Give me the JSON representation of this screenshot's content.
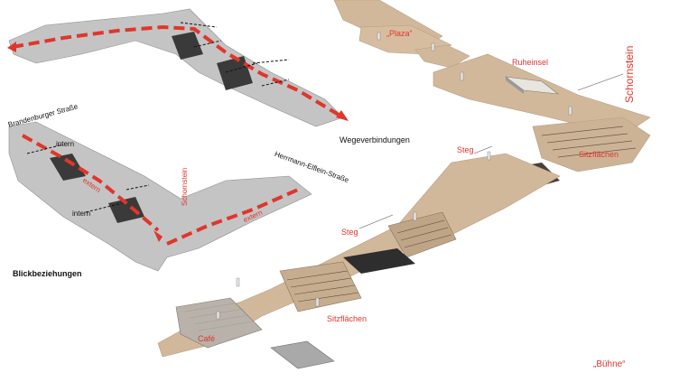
{
  "labels": {
    "plaza": "„Plaza“",
    "ruheinsel": "Ruheinsel",
    "schornstein_main": "Schornstein",
    "steg_upper": "Steg",
    "sitzflaechen_upper": "Sitzflächen",
    "steg_lower": "Steg",
    "sitzflaechen_lower": "Sitzflächen",
    "cafe": "Café",
    "buehne": "„Bühne“",
    "wegeverbindungen": "Wegeverbindungen",
    "brandenburger": "Brandenburger Straße",
    "intern_1": "intern",
    "intern_2": "intern",
    "extern_1": "extern",
    "extern_2": "extern",
    "schornstein_small": "Schornstein",
    "herrmann": "Herrmann-Elflein-Straße",
    "blickbeziehungen": "Blickbeziehungen"
  },
  "colors": {
    "accent_red": "#e0362c",
    "paving": "#d2b89b",
    "paving_dark": "#bea286",
    "grey_plan": "#c4c4c4",
    "grey_plan_dark": "#8e8e8e"
  }
}
